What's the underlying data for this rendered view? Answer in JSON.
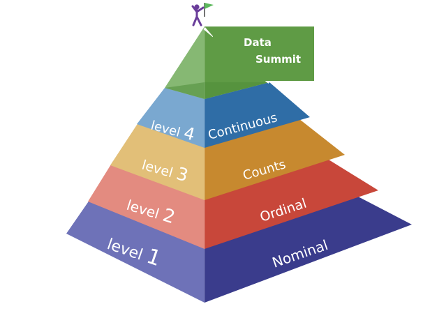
{
  "summit": {
    "line1": "Data",
    "line2": "Summit",
    "color": "#5f9b45",
    "flag_color": "#5cb85c",
    "figure_color": "#6a3d9a",
    "figure_icon": "person-with-flag-icon"
  },
  "levels": [
    {
      "level_word": "level",
      "level_num": "1",
      "name": "Nominal",
      "color": "#3a3c8c"
    },
    {
      "level_word": "level",
      "level_num": "2",
      "name": "Ordinal",
      "color": "#c8473a"
    },
    {
      "level_word": "level",
      "level_num": "3",
      "name": "Counts",
      "color": "#c7892f"
    },
    {
      "level_word": "level",
      "level_num": "4",
      "name": "Continuous",
      "color": "#2f6da6"
    }
  ]
}
